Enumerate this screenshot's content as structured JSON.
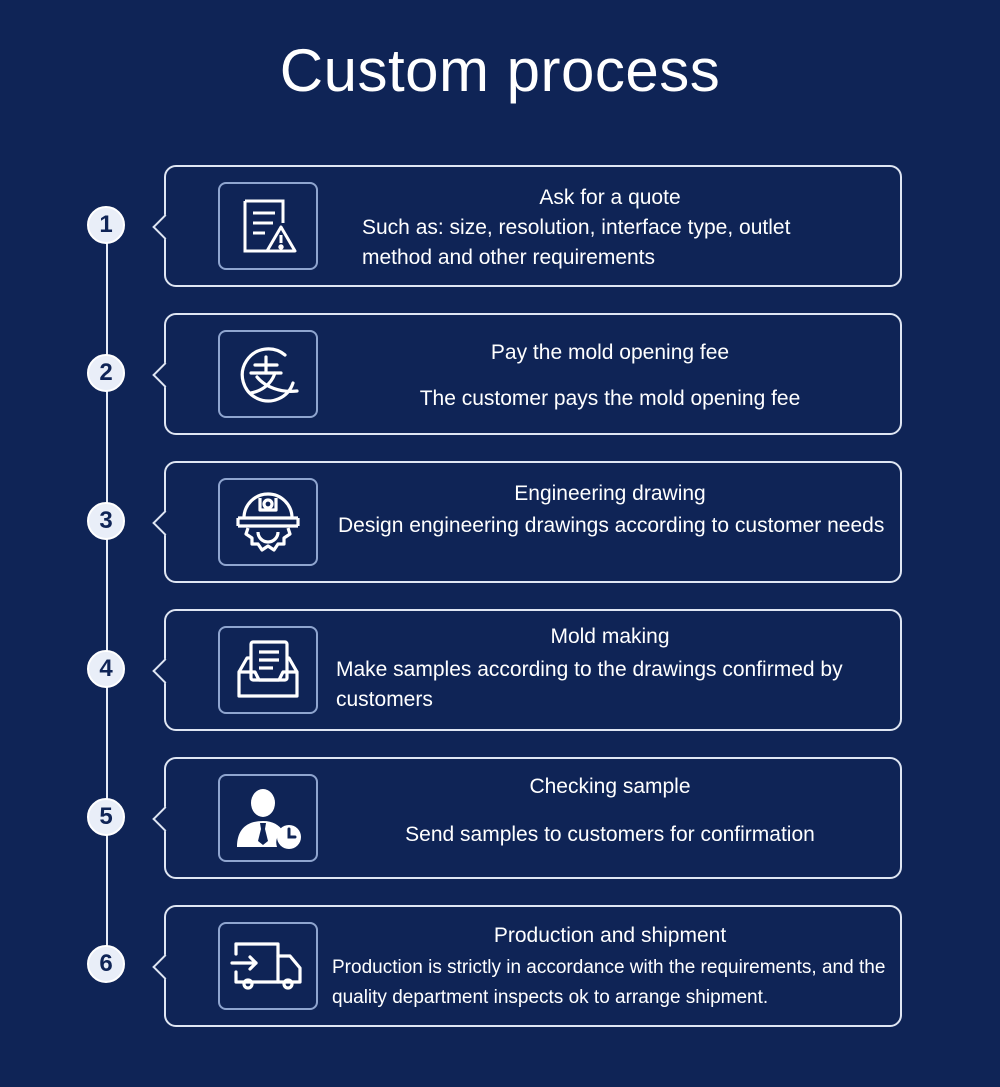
{
  "page": {
    "title": "Custom process"
  },
  "steps": [
    {
      "number": "1",
      "title": "Ask for a quote",
      "description": "Such as: size, resolution, interface type, outlet method and other requirements",
      "icon": "document-warning-icon"
    },
    {
      "number": "2",
      "title": "Pay the mold opening fee",
      "description": "The customer pays the mold opening fee",
      "icon": "payment-icon"
    },
    {
      "number": "3",
      "title": "Engineering drawing",
      "description": "Design engineering drawings according to customer needs",
      "icon": "engineer-helmet-icon"
    },
    {
      "number": "4",
      "title": "Mold making",
      "description": "Make samples according to the drawings confirmed by customers",
      "icon": "document-tray-icon"
    },
    {
      "number": "5",
      "title": "Checking sample",
      "description": "Send samples to customers for confirmation",
      "icon": "person-clock-icon"
    },
    {
      "number": "6",
      "title": "Production and shipment",
      "description": "Production is strictly in accordance with the requirements, and the quality department inspects ok to arrange shipment.",
      "icon": "delivery-truck-icon"
    }
  ]
}
